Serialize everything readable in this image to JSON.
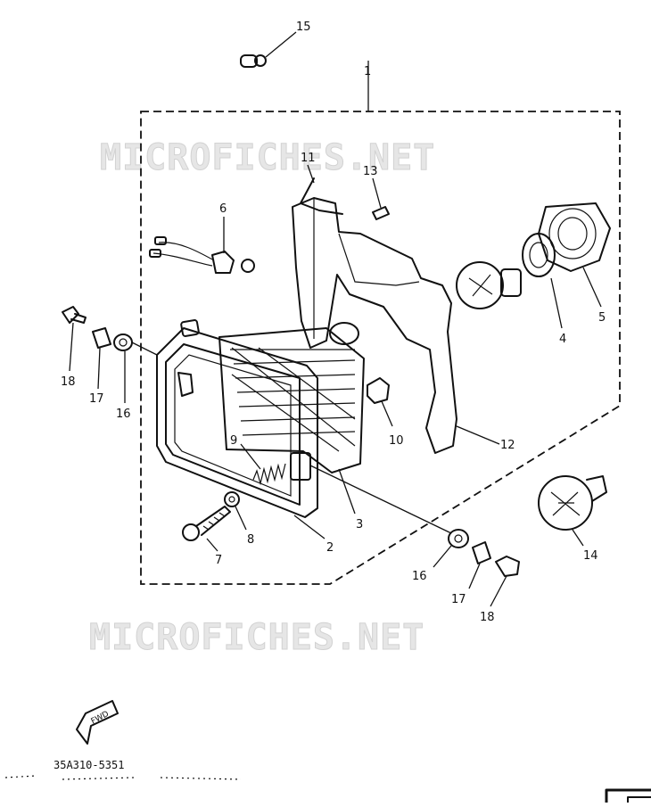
{
  "watermark": "MICROFICHES.NET",
  "drawing_code": "35A310-5351",
  "fwd_label": "FWD",
  "callouts": {
    "c1": "1",
    "c2": "2",
    "c3": "3",
    "c4": "4",
    "c5": "5",
    "c6": "6",
    "c7": "7",
    "c8": "8",
    "c9": "9",
    "c10": "10",
    "c11": "11",
    "c12": "12",
    "c13": "13",
    "c14": "14",
    "c15": "15",
    "c16a": "16",
    "c16b": "16",
    "c17a": "17",
    "c17b": "17",
    "c18a": "18",
    "c18b": "18"
  }
}
